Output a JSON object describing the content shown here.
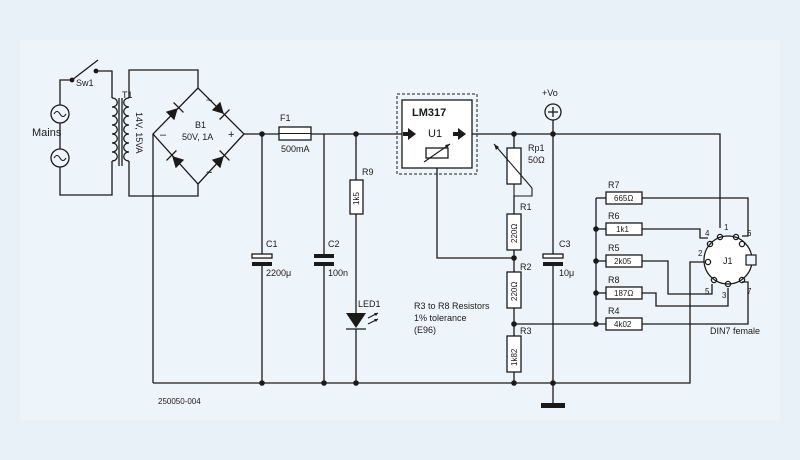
{
  "mains": "Mains",
  "sw1": "Sw1",
  "t1": {
    "ref": "T1",
    "rating": "14V, 15VA"
  },
  "b1": {
    "ref": "B1",
    "rating": "50V, 1A",
    "minus": "–",
    "plus": "+",
    "ac": "~"
  },
  "f1": {
    "ref": "F1",
    "value": "500mA"
  },
  "c1": {
    "ref": "C1",
    "value": "2200μ"
  },
  "c2": {
    "ref": "C2",
    "value": "100n"
  },
  "c3": {
    "ref": "C3",
    "value": "10μ"
  },
  "r9": {
    "ref": "R9",
    "value": "1k5"
  },
  "led1": "LED1",
  "u1": {
    "part": "LM317",
    "ref": "U1"
  },
  "rp1": {
    "ref": "Rp1",
    "value": "50Ω"
  },
  "r1": {
    "ref": "R1",
    "value": "220Ω"
  },
  "r2": {
    "ref": "R2",
    "value": "220Ω"
  },
  "r3": {
    "ref": "R3",
    "value": "1k82"
  },
  "r4": {
    "ref": "R4",
    "value": "4k02"
  },
  "r5": {
    "ref": "R5",
    "value": "2k05"
  },
  "r6": {
    "ref": "R6",
    "value": "1k1"
  },
  "r7": {
    "ref": "R7",
    "value": "665Ω"
  },
  "r8": {
    "ref": "R8",
    "value": "187Ω"
  },
  "vo": "+Vo",
  "note": [
    "R3 to R8 Resistors",
    "1% tolerance",
    "(E96)"
  ],
  "j1": {
    "ref": "J1",
    "label": "DIN7 female",
    "pins": [
      "1",
      "2",
      "3",
      "4",
      "5",
      "6",
      "7"
    ]
  },
  "figure_code": "250050-004"
}
